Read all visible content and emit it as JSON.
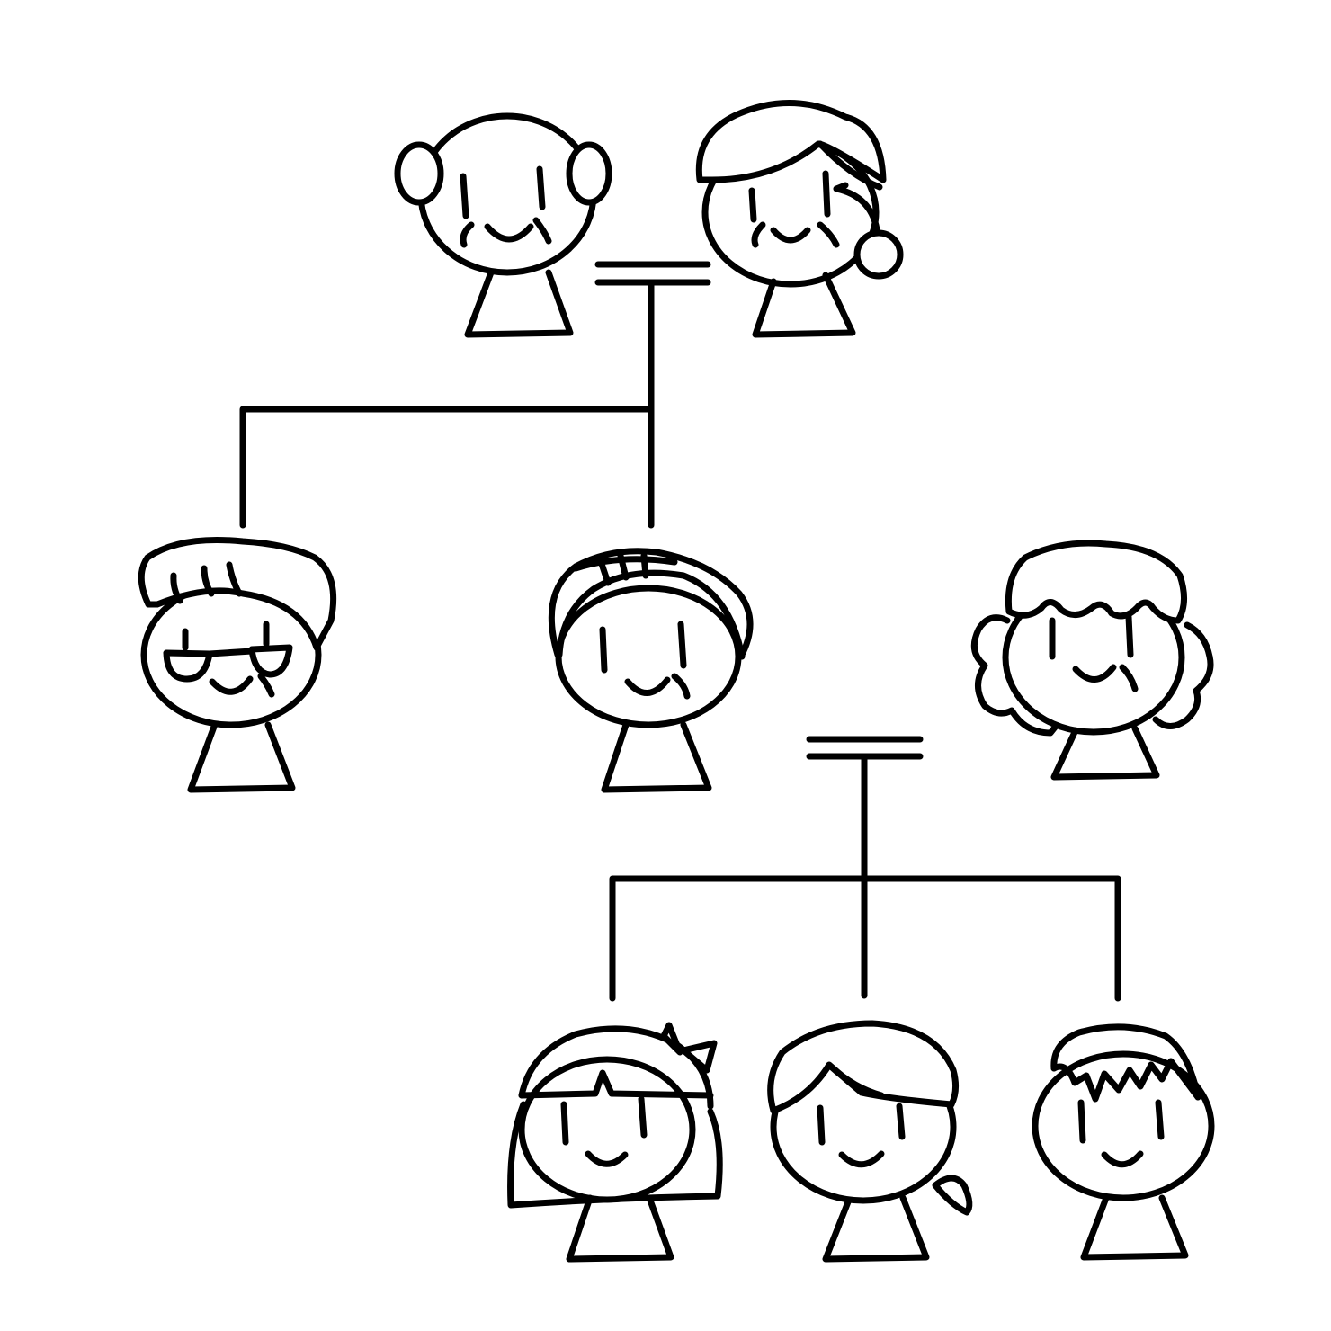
{
  "diagram": {
    "type": "family-tree",
    "style": "black line-art doodle",
    "colors": {
      "stroke": "#000000",
      "background": "#ffffff"
    },
    "generations": [
      {
        "members": [
          "grandfather",
          "grandmother"
        ]
      },
      {
        "members": [
          "uncle",
          "father",
          "mother"
        ]
      },
      {
        "members": [
          "daughter",
          "daughter-ponytail",
          "son"
        ]
      }
    ],
    "marriages": [
      {
        "partners": [
          "grandfather",
          "grandmother"
        ],
        "children": [
          "uncle",
          "father"
        ]
      },
      {
        "partners": [
          "father",
          "mother"
        ],
        "children": [
          "daughter",
          "daughter-ponytail",
          "son"
        ]
      }
    ]
  }
}
